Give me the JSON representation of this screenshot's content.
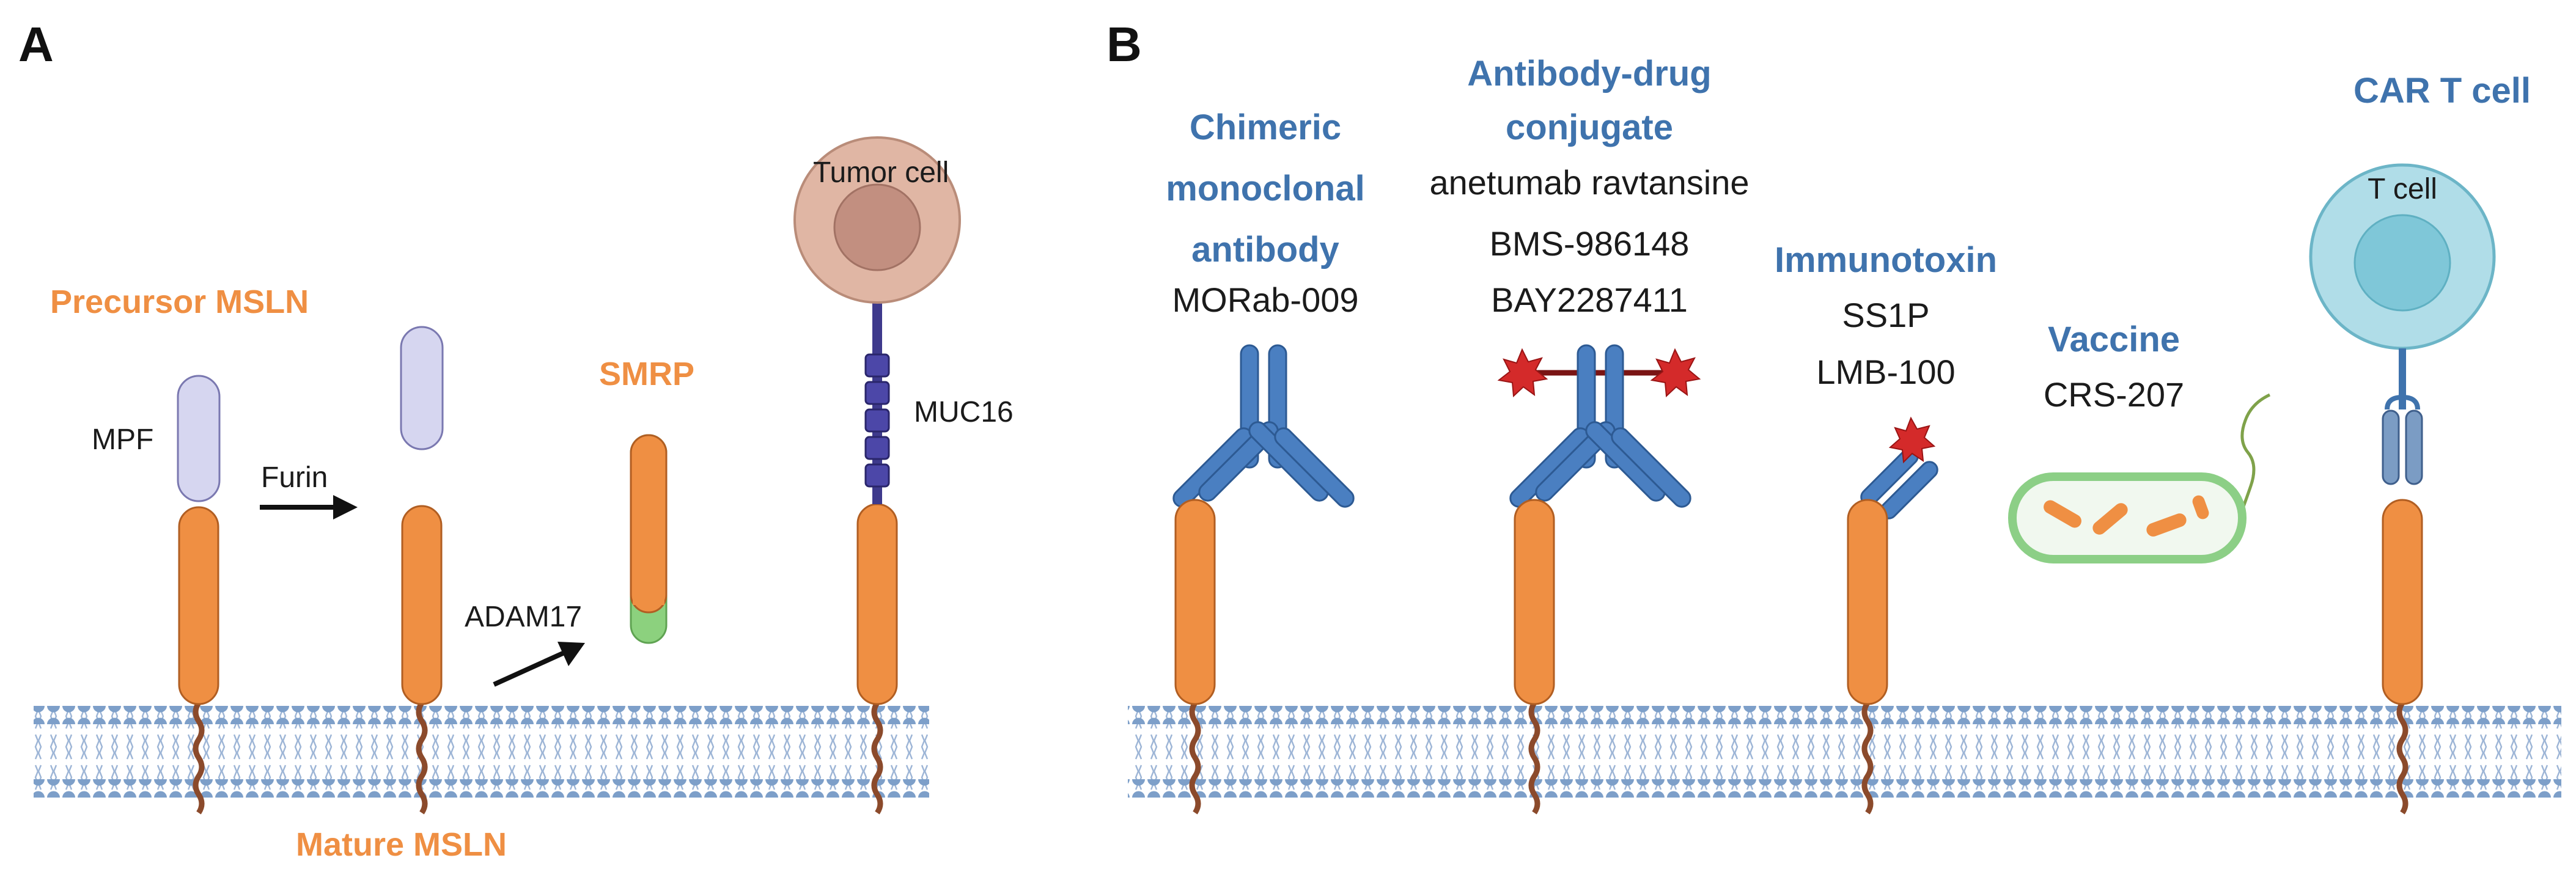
{
  "panels": {
    "a": "A",
    "b": "B"
  },
  "panel_a": {
    "precursor": "Precursor MSLN",
    "mpf": "MPF",
    "furin": "Furin",
    "smrp": "SMRP",
    "adam17": "ADAM17",
    "mature": "Mature MSLN",
    "tumor_cell": "Tumor cell",
    "muc16": "MUC16"
  },
  "panel_b": {
    "chimeric": [
      "Chimeric",
      "monoclonal",
      "antibody"
    ],
    "chimeric_drug": "MORab-009",
    "adc": [
      "Antibody-drug",
      "conjugate"
    ],
    "adc_drugs": [
      "anetumab ravtansine",
      "BMS-986148",
      "BAY2287411"
    ],
    "immunotoxin": "Immunotoxin",
    "immunotoxin_drugs": [
      "SS1P",
      "LMB-100"
    ],
    "vaccine": "Vaccine",
    "vaccine_drug": "CRS-207",
    "car_t": "CAR T cell",
    "t_cell": "T cell"
  },
  "colors": {
    "orange": "#ef8f43",
    "blue_text": "#3f73ad",
    "antibody_blue": "#4a7fc1",
    "membrane_blue": "#7d9fc9",
    "mpf_lavender": "#d6d6f0",
    "tumor_cell": "#e0b6a4",
    "t_cell": "#b0dde8",
    "muc16": "#3e3a8c",
    "toxin_red": "#d42a2a",
    "smrp_green": "#8cd17e",
    "bacterium_green": "#8ccf86",
    "tail_brown": "#8b4a2b"
  }
}
